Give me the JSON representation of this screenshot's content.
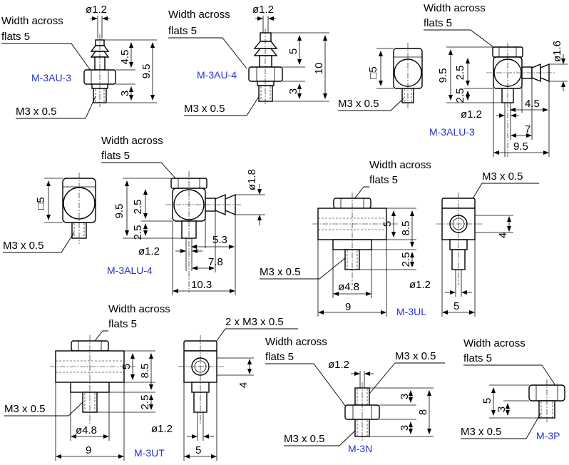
{
  "parts": {
    "m3au3": {
      "model": "M-3AU-3",
      "waf_line1": "Width across",
      "waf_line2": "flats 5",
      "tube_od": "ø1.2",
      "thread": "M3 x 0.5",
      "d_barb": "4.5",
      "d_total": "9.5",
      "d_thread": "3"
    },
    "m3au4": {
      "model": "M-3AU-4",
      "waf_line1": "Width across",
      "waf_line2": "flats 5",
      "tube_od": "ø1.2",
      "thread": "M3 x 0.5",
      "d_barb": "5",
      "d_total": "10",
      "d_thread": "3"
    },
    "m3alu3": {
      "model": "M-3ALU-3",
      "waf_line1": "Width across",
      "waf_line2": "flats 5",
      "square": "□5",
      "thread": "M3 x 0.5",
      "d_height": "9.5",
      "d_upper": "2.5",
      "d_lower": "2.5",
      "d_barb_od": "ø1.6",
      "d_bore": "ø1.2",
      "d_a": "4.5",
      "d_b": "7",
      "d_c": "9.5"
    },
    "m3alu4": {
      "model": "M-3ALU-4",
      "waf_line1": "Width across",
      "waf_line2": "flats 5",
      "square": "□5",
      "thread": "M3 x 0.5",
      "d_height": "9.5",
      "d_upper": "2.5",
      "d_lower": "2.5",
      "d_barb_od": "ø1.8",
      "d_bore": "ø1.2",
      "d_a": "5.3",
      "d_b": "7.8",
      "d_c": "10.3"
    },
    "m3ul": {
      "model": "M-3UL",
      "waf_line1": "Width across",
      "waf_line2": "flats 5",
      "thread": "M3 x 0.5",
      "thread_side": "M3 x 0.5",
      "d_5": "5",
      "d_85": "8.5",
      "d_25": "2.5",
      "d_od": "ø4.8",
      "d_w": "9",
      "d_4": "4",
      "d_bore": "ø1.2",
      "d_side_w": "5"
    },
    "m3ut": {
      "model": "M-3UT",
      "waf_line1": "Width across",
      "waf_line2": "flats 5",
      "thread": "M3 x 0.5",
      "thread_side": "2 x M3 x 0.5",
      "d_5": "5",
      "d_85": "8.5",
      "d_25": "2.5",
      "d_od": "ø4.8",
      "d_w": "9",
      "d_4": "4",
      "d_bore": "ø1.2",
      "d_side_w": "5"
    },
    "m3n": {
      "model": "M-3N",
      "waf_line1": "Width across",
      "waf_line2": "flats 5",
      "d_bore": "ø1.2",
      "thread_top": "M3 x 0.5",
      "thread_bottom": "M3 x 0.5",
      "d_top": "3",
      "d_total": "8",
      "d_bottom": "3"
    },
    "m3p": {
      "model": "M-3P",
      "waf_line1": "Width across",
      "waf_line2": "flats 5",
      "thread": "M3 x 0.5",
      "d_5": "5",
      "d_3": "3"
    }
  }
}
